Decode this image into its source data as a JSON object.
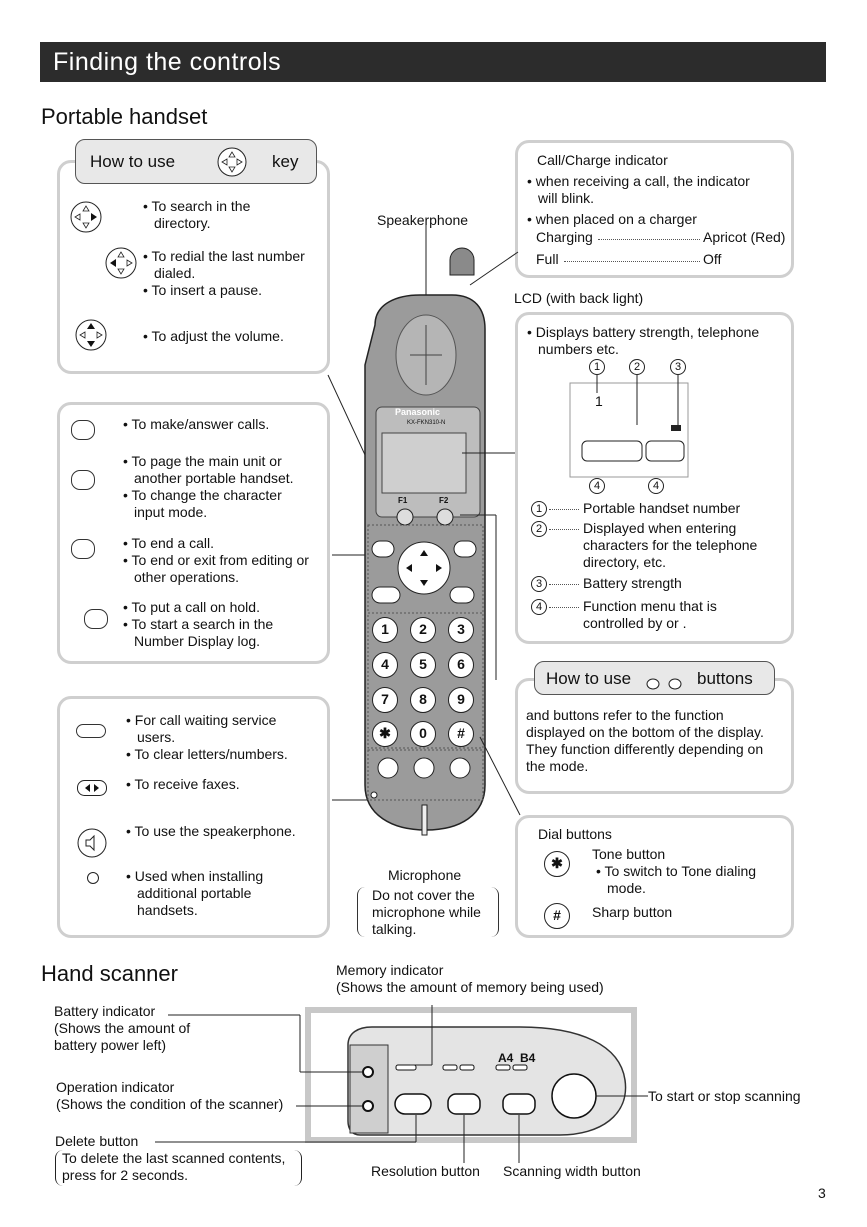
{
  "header": {
    "title": "Finding the controls"
  },
  "handset": {
    "section_title": "Portable handset",
    "howto_key": {
      "prefix": "How to use",
      "suffix": "key"
    },
    "key_items": [
      [
        "• To search in the",
        "  directory."
      ],
      [
        "• To redial the last number",
        "  dialed.",
        "• To insert a pause."
      ],
      [
        "• To adjust the volume."
      ]
    ],
    "buttons_items": [
      [
        "• To make/answer calls."
      ],
      [
        "• To page the main unit or",
        "  another portable handset.",
        "• To change the character",
        "  input mode."
      ],
      [
        "• To end a call.",
        "• To end or exit from editing or",
        "  other operations."
      ],
      [
        "• To put a call on hold.",
        "• To start a search in the",
        "  Number Display log."
      ]
    ],
    "lower_items": [
      [
        "• For call waiting service",
        "  users.",
        "• To clear letters/numbers."
      ],
      [
        "• To receive faxes."
      ],
      [
        "• To use the speakerphone."
      ],
      [
        "• Used when installing",
        "  additional portable",
        "  handsets."
      ]
    ],
    "speakerphone_label": "Speakerphone",
    "microphone_label": "Microphone",
    "microphone_note": [
      "Do not cover the",
      "microphone while",
      "talking."
    ],
    "phone": {
      "brand": "Panasonic",
      "model": "KX-FKN310-N",
      "f1": "F1",
      "f2": "F2",
      "keys": [
        "1",
        "2",
        "3",
        "4",
        "5",
        "6",
        "7",
        "8",
        "9",
        "✱",
        "0",
        "#"
      ]
    },
    "charge": {
      "title": "Call/Charge indicator",
      "lines": [
        "• when receiving a call, the indicator",
        "  will blink.",
        "• when placed on a charger"
      ],
      "rows": [
        {
          "label": "Charging",
          "value": "Apricot (Red)"
        },
        {
          "label": "Full",
          "value": "Off"
        }
      ]
    },
    "lcd": {
      "label": "LCD (with back light)",
      "desc": [
        "• Displays battery strength, telephone",
        "  numbers etc."
      ],
      "screen_text": "1",
      "markers": [
        "1",
        "2",
        "3",
        "4",
        "4"
      ],
      "legend": [
        {
          "n": "1",
          "lines": [
            "Portable handset number"
          ]
        },
        {
          "n": "2",
          "lines": [
            "Displayed when entering",
            "characters for the telephone",
            "directory, etc."
          ]
        },
        {
          "n": "3",
          "lines": [
            "Battery strength"
          ]
        },
        {
          "n": "4",
          "lines": [
            "Function menu that is",
            "controlled by      or      ."
          ]
        }
      ]
    },
    "howto_f": {
      "prefix": "How to use",
      "suffix": "buttons",
      "desc": [
        "      and      buttons refer to the function",
        "displayed on the bottom of the display.",
        "They function differently depending on",
        "the mode."
      ]
    },
    "dial": {
      "title": "Dial buttons",
      "tone_title": "Tone button",
      "tone_desc": [
        "• To switch to Tone dialing",
        "  mode."
      ],
      "sharp": "Sharp button"
    }
  },
  "scanner": {
    "section_title": "Hand scanner",
    "memory": [
      "Memory indicator",
      "(Shows the amount of memory being used)"
    ],
    "battery": [
      "Battery indicator",
      "(Shows the amount of",
      "battery power left)"
    ],
    "operation": [
      "Operation indicator",
      "(Shows the condition of the scanner)"
    ],
    "delete": [
      "Delete button",
      "To delete the last scanned contents,",
      "press for 2 seconds."
    ],
    "start_stop": "To start or stop scanning",
    "resolution": "Resolution button",
    "width": "Scanning width button",
    "labels": {
      "a4": "A4",
      "b4": "B4"
    }
  },
  "page_number": "3"
}
